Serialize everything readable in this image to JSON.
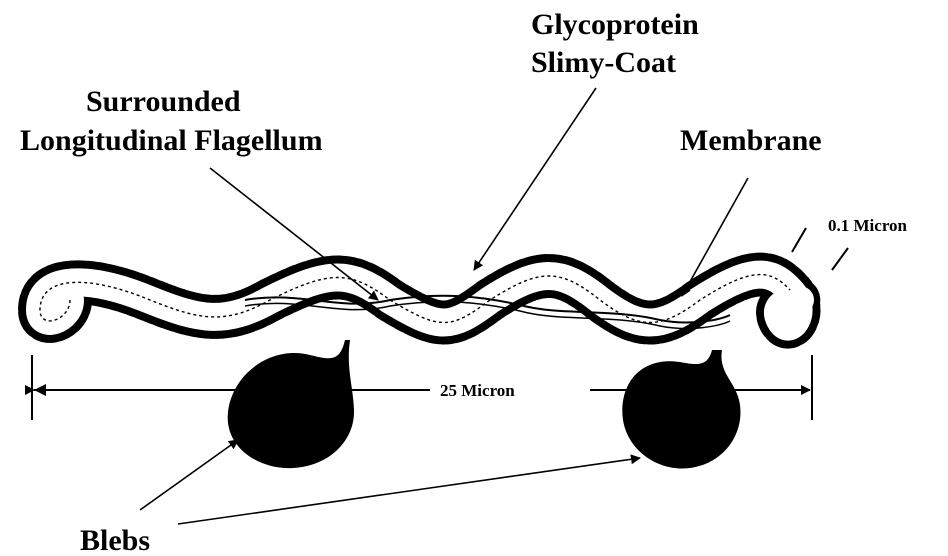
{
  "labels": {
    "glycoprotein_line1": "Glycoprotein",
    "glycoprotein_line2": "Slimy-Coat",
    "flagellum_line1": "Surrounded",
    "flagellum_line2": "Longitudinal Flagellum",
    "membrane": "Membrane",
    "thickness": "0.1 Micron",
    "length": "25 Micron",
    "blebs": "Blebs"
  },
  "colors": {
    "ink": "#000000",
    "background": "#ffffff"
  }
}
